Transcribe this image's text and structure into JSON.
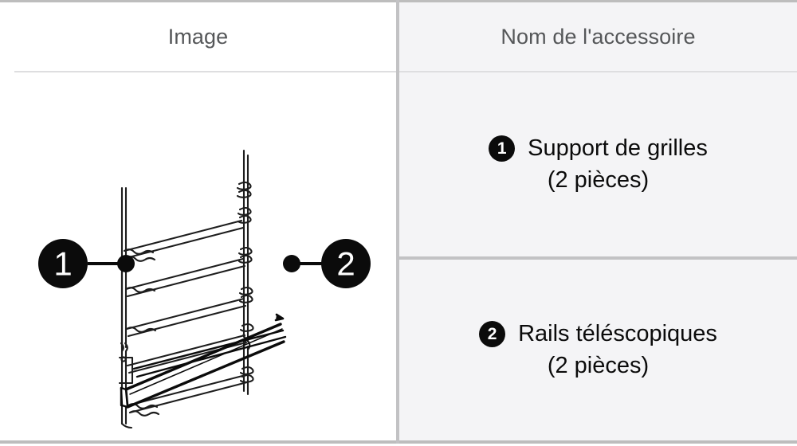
{
  "table": {
    "headers": {
      "image": "Image",
      "name": "Nom de l'accessoire"
    },
    "rows": [
      {
        "badge": "1",
        "name_line1": "Support de grilles",
        "name_line2": "(2 pièces)"
      },
      {
        "badge": "2",
        "name_line1": "Rails téléscopiques",
        "name_line2": "(2 pièces)"
      }
    ]
  },
  "illustration": {
    "alt": "oven-rack-support-and-telescopic-rails-diagram",
    "callouts": [
      {
        "label": "1",
        "target": "rack-support-wire-shelf"
      },
      {
        "label": "2",
        "target": "telescopic-rail-bar"
      }
    ]
  },
  "colors": {
    "header_text": "#555759",
    "body_text": "#0b0b0b",
    "badge_fill": "#0b0b0b",
    "badge_text": "#ffffff",
    "right_column_bg": "#f4f4f6",
    "left_column_bg": "#ffffff",
    "border": "#c2c2c4",
    "thin_rule": "#dedee0",
    "line_art": "#1a1a1a"
  }
}
